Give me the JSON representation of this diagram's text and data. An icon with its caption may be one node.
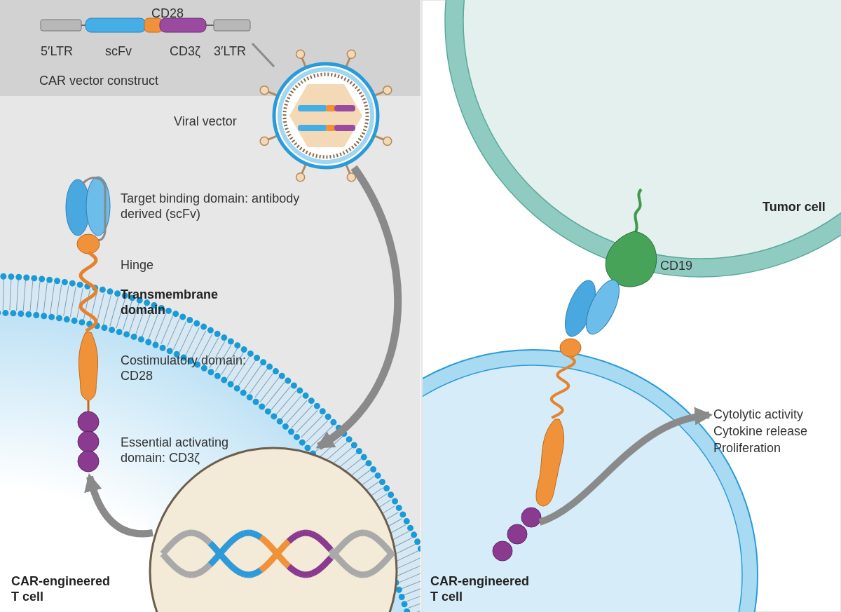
{
  "diagram": {
    "nodes": [
      {
        "text": [
          "CAR vector construct"
        ]
      },
      {
        "text": [
          "Viral vector"
        ]
      },
      {
        "text": [],
        "shape": "picture"
      },
      {
        "text": [],
        "shape": "picture"
      },
      {
        "text": [
          "CAR-engineered T cell"
        ]
      },
      {
        "text": [
          "Tumor cell"
        ]
      },
      {
        "text": [
          "CAR-engineered T cell"
        ]
      },
      {
        "text": [
          "Cytolytic activity",
          "Cytokine release",
          "Proliferation"
        ]
      }
    ],
    "edges": [
      {
        "from": 0,
        "to": 1,
        "arrow": "none"
      },
      {
        "from": 1,
        "to": 2,
        "arrow": "to"
      },
      {
        "from": 2,
        "to": 3,
        "arrow": "to"
      },
      {
        "from": 6,
        "to": 7,
        "arrow": "to"
      }
    ],
    "labels": [
      "CD28",
      "5′LTR",
      "scFv",
      "CD3ζ",
      "3′LTR",
      "Target binding domain: antibody derived (scFv)",
      "Hinge",
      "Transmembrane domain",
      "Costimulatory domain: CD28",
      "Essential activating domain: CD3ζ",
      "CD19"
    ]
  }
}
